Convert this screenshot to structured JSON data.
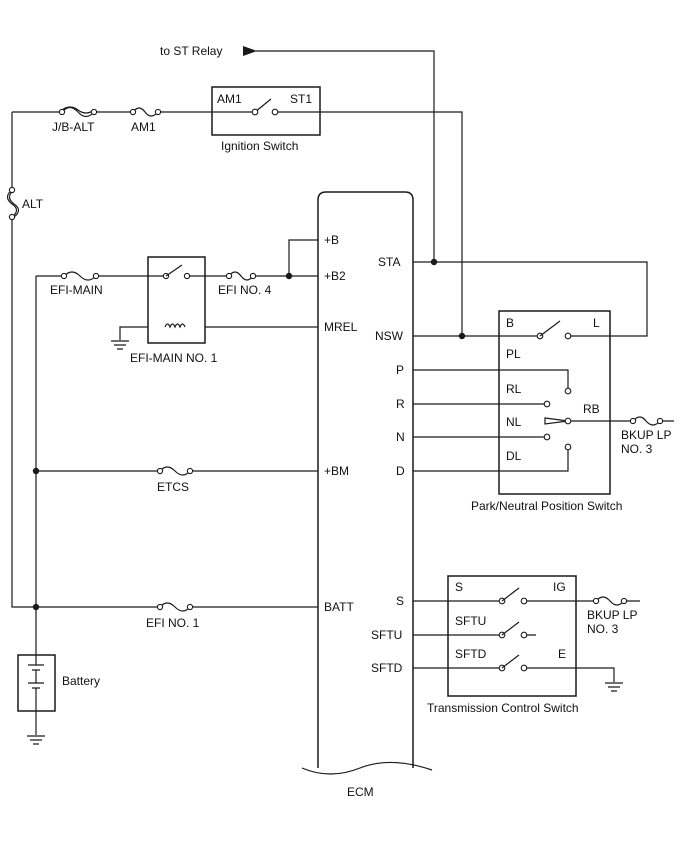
{
  "labels": {
    "to_st_relay": "to ST Relay",
    "fuse_jb_alt": "J/B-ALT",
    "fuse_am1": "AM1",
    "ign_am1": "AM1",
    "ign_st1": "ST1",
    "ignition_switch": "Ignition Switch",
    "fuse_alt": "ALT",
    "pin_b": "+B",
    "pin_b2": "+B2",
    "pin_sta": "STA",
    "fuse_efi_main": "EFI-MAIN",
    "fuse_efi_no4": "EFI NO. 4",
    "relay_efi_main_no1": "EFI-MAIN NO. 1",
    "pin_mrel": "MREL",
    "pin_nsw": "NSW",
    "pin_p": "P",
    "pin_r": "R",
    "pin_n": "N",
    "pin_d": "D",
    "pin_bm": "+BM",
    "fuse_etcs": "ETCS",
    "pnp_b": "B",
    "pnp_l": "L",
    "pnp_pl": "PL",
    "pnp_rl": "RL",
    "pnp_nl": "NL",
    "pnp_rb": "RB",
    "pnp_dl": "DL",
    "bkup_lp_1_line1": "BKUP LP",
    "bkup_lp_1_line2": "NO. 3",
    "park_neutral_switch": "Park/Neutral Position Switch",
    "pin_batt": "BATT",
    "fuse_efi_no1": "EFI NO. 1",
    "pin_s": "S",
    "pin_sftu": "SFTU",
    "pin_sftd": "SFTD",
    "tcs_s": "S",
    "tcs_ig": "IG",
    "tcs_sftu": "SFTU",
    "tcs_sftd": "SFTD",
    "tcs_e": "E",
    "bkup_lp_2_line1": "BKUP LP",
    "bkup_lp_2_line2": "NO. 3",
    "transmission_control_switch": "Transmission Control Switch",
    "battery": "Battery",
    "ecm": "ECM"
  }
}
